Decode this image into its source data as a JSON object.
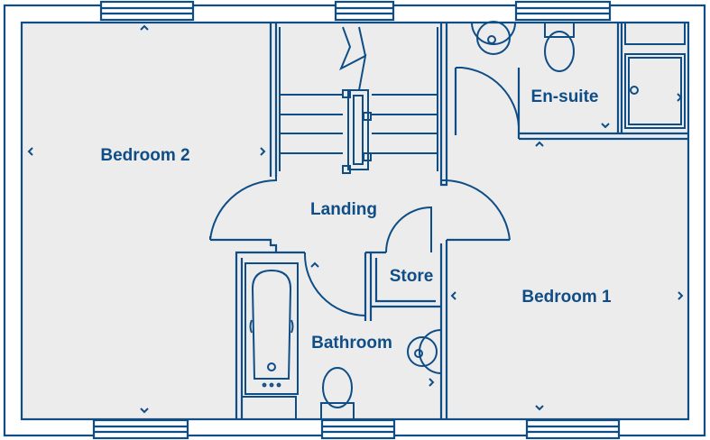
{
  "plan": {
    "wall_color": "#0f4d86",
    "floor_color": "#ececec",
    "rooms": [
      {
        "id": "bedroom2",
        "label": "Bedroom 2"
      },
      {
        "id": "landing",
        "label": "Landing"
      },
      {
        "id": "ensuite",
        "label": "En-suite"
      },
      {
        "id": "store",
        "label": "Store"
      },
      {
        "id": "bedroom1",
        "label": "Bedroom 1"
      },
      {
        "id": "bathroom",
        "label": "Bathroom"
      }
    ]
  }
}
